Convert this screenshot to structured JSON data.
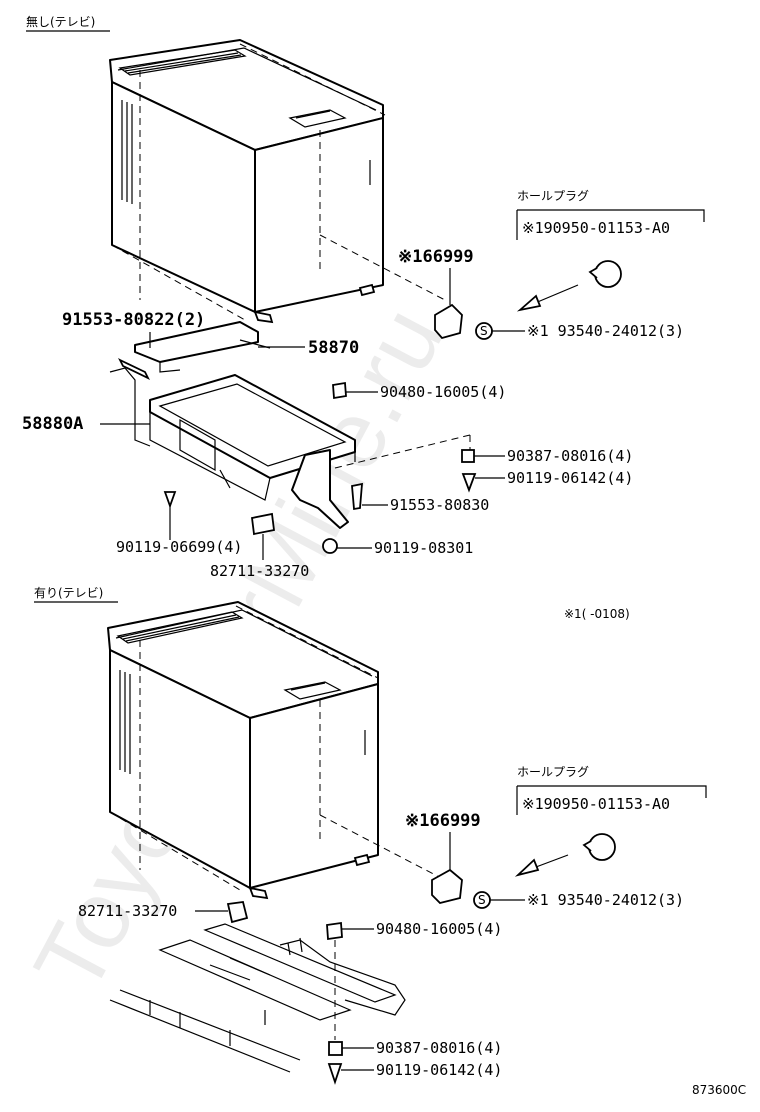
{
  "sections": {
    "top": "無し(テレビ)",
    "bottom": "有り(テレビ)"
  },
  "note": "※1(   -0108)",
  "figure_id": "873600C",
  "watermark": "ToyotaCarMine.ru",
  "top": {
    "hole_plug_title": "ホールプラグ",
    "hole_plug_part": "※190950-01153-A0",
    "labels": {
      "p66999": "※166999",
      "p93540": "※1 93540-24012(3)",
      "p91553_80822": "91553-80822(2)",
      "p58870": "58870",
      "p58880a": "58880A",
      "p90480": "90480-16005(4)",
      "p90387": "90387-08016(4)",
      "p90119_06142": "90119-06142(4)",
      "p91553_80830": "91553-80830",
      "p90119_06699": "90119-06699(4)",
      "p90119_08301": "90119-08301",
      "p82711": "82711-33270"
    },
    "s_symbol": "S"
  },
  "bottom": {
    "hole_plug_title": "ホールプラグ",
    "hole_plug_part": "※190950-01153-A0",
    "labels": {
      "p66999": "※166999",
      "p93540": "※1 93540-24012(3)",
      "p82711": "82711-33270",
      "p90480": "90480-16005(4)",
      "p90387": "90387-08016(4)",
      "p90119_06142": "90119-06142(4)"
    },
    "s_symbol": "S"
  }
}
